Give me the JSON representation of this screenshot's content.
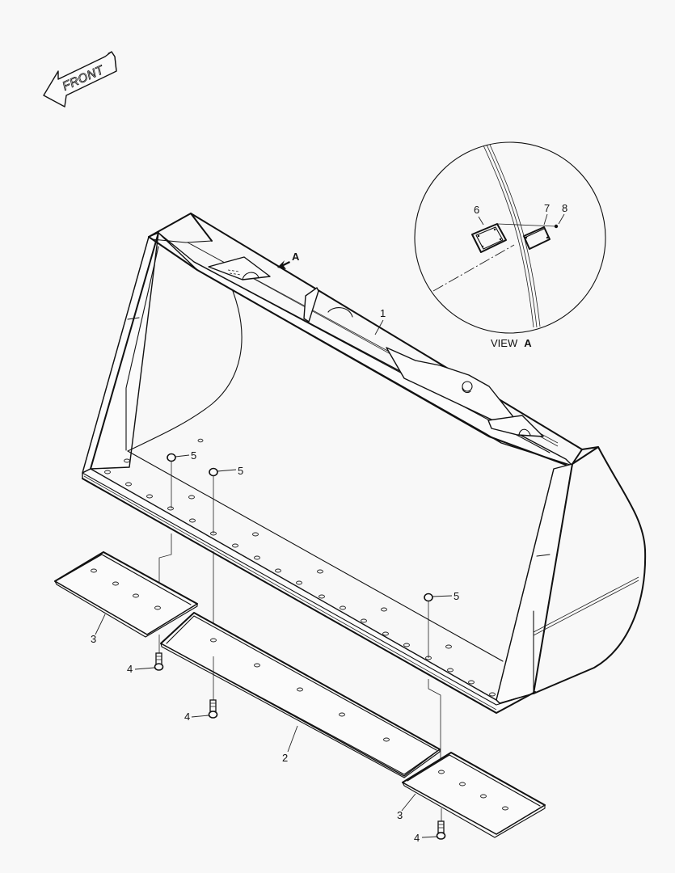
{
  "figure": {
    "type": "exploded-parts-diagram",
    "subject": "loader bucket with bolt-on cutting edges",
    "background": "#f8f8f8",
    "line_color": "#111111"
  },
  "orientation_arrow": {
    "label": "FRONT",
    "icon": "front-direction-arrow-icon"
  },
  "view_reference": {
    "arrow_label": "A",
    "detail_caption_prefix": "VIEW",
    "detail_caption_letter": "A"
  },
  "callouts": [
    {
      "id": "c1",
      "number": "1",
      "part": "bucket"
    },
    {
      "id": "c2",
      "number": "2",
      "part": "center cutting edge"
    },
    {
      "id": "c3a",
      "number": "3",
      "part": "end cutting edge (left)"
    },
    {
      "id": "c3b",
      "number": "3",
      "part": "end cutting edge (right)"
    },
    {
      "id": "c4a",
      "number": "4",
      "part": "bolt"
    },
    {
      "id": "c4b",
      "number": "4",
      "part": "bolt"
    },
    {
      "id": "c4c",
      "number": "4",
      "part": "bolt"
    },
    {
      "id": "c5a",
      "number": "5",
      "part": "nut"
    },
    {
      "id": "c5b",
      "number": "5",
      "part": "nut"
    },
    {
      "id": "c5c",
      "number": "5",
      "part": "nut"
    },
    {
      "id": "c6",
      "number": "6",
      "part": "plate frame"
    },
    {
      "id": "c7",
      "number": "7",
      "part": "plate"
    },
    {
      "id": "c8",
      "number": "8",
      "part": "screw"
    }
  ],
  "labels": {
    "c1": "1",
    "c2": "2",
    "c3a": "3",
    "c3b": "3",
    "c4a": "4",
    "c4b": "4",
    "c4c": "4",
    "c5a": "5",
    "c5b": "5",
    "c5c": "5",
    "c6": "6",
    "c7": "7",
    "c8": "8"
  }
}
